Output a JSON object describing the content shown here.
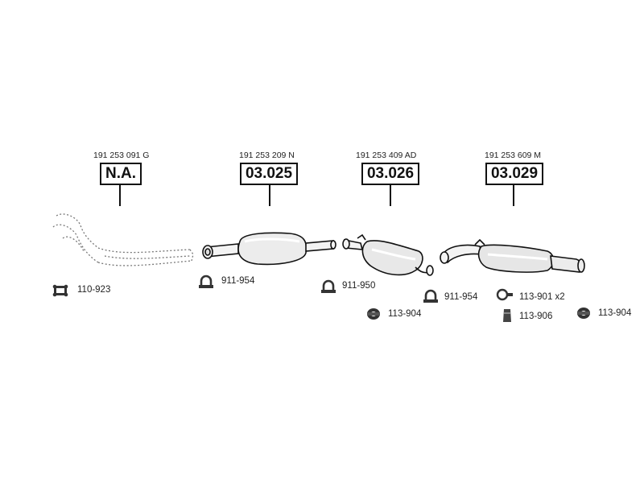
{
  "assemblies": [
    {
      "oe_number": "191 253 091 G",
      "part_number": "N.A."
    },
    {
      "oe_number": "191 253 209 N",
      "part_number": "03.025"
    },
    {
      "oe_number": "191 253 409 AD",
      "part_number": "03.026"
    },
    {
      "oe_number": "191 253 609 M",
      "part_number": "03.029"
    }
  ],
  "accessories": [
    {
      "code": "110-923",
      "icon": "gasket-icon"
    },
    {
      "code": "911-954",
      "icon": "clamp-icon"
    },
    {
      "code": "911-950",
      "icon": "clamp-icon"
    },
    {
      "code": "113-904",
      "icon": "rubber-mount-icon"
    },
    {
      "code": "911-954",
      "icon": "clamp-icon"
    },
    {
      "code": "113-901 x2",
      "icon": "hanger-ring-icon"
    },
    {
      "code": "113-906",
      "icon": "bump-stop-icon"
    },
    {
      "code": "113-904",
      "icon": "rubber-mount-icon"
    }
  ]
}
